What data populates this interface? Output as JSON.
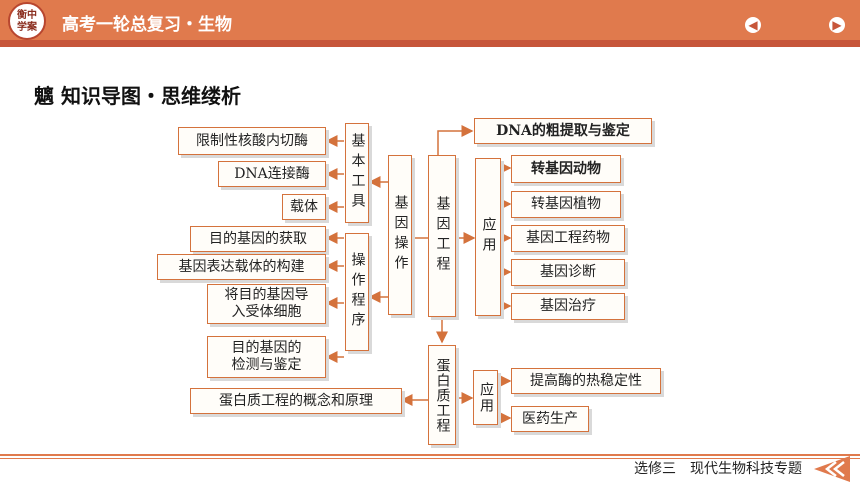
{
  "header": {
    "logo_text": "衡中\n学案",
    "title": "高考一轮总复习・生物",
    "prev_icon": "chevron-left-icon",
    "next_icon": "chevron-right-icon"
  },
  "section": {
    "icon_char": "魑",
    "title": "知识导图・思维缕析"
  },
  "diagram": {
    "root": "基因工程",
    "tools": {
      "label": "基本工具",
      "items": [
        "限制性核酸内切酶",
        "DNA连接酶",
        "载体"
      ]
    },
    "operation": {
      "label": "基因操作",
      "procedure_label": "操作程序",
      "steps": [
        "目的基因的获取",
        "基因表达载体的构建",
        "将目的基因导\n入受体细胞",
        "目的基因的\n检测与鉴定"
      ]
    },
    "dna_extraction": "DNA的粗提取与鉴定",
    "application": {
      "label": "应用",
      "items": [
        "转基因动物",
        "转基因植物",
        "基因工程药物",
        "基因诊断",
        "基因治疗"
      ]
    },
    "protein_engineering": {
      "label": "蛋白质工程",
      "concept": "蛋白质工程的概念和原理",
      "application_label": "应用",
      "items": [
        "提高酶的热稳定性",
        "医药生产"
      ]
    }
  },
  "footer": {
    "text": "选修三　现代生物科技专题",
    "back_icon": "double-chevron-left-icon"
  },
  "colors": {
    "accent": "#e07a4d",
    "box_border": "#d4723c",
    "dark_accent": "#c7563a"
  }
}
